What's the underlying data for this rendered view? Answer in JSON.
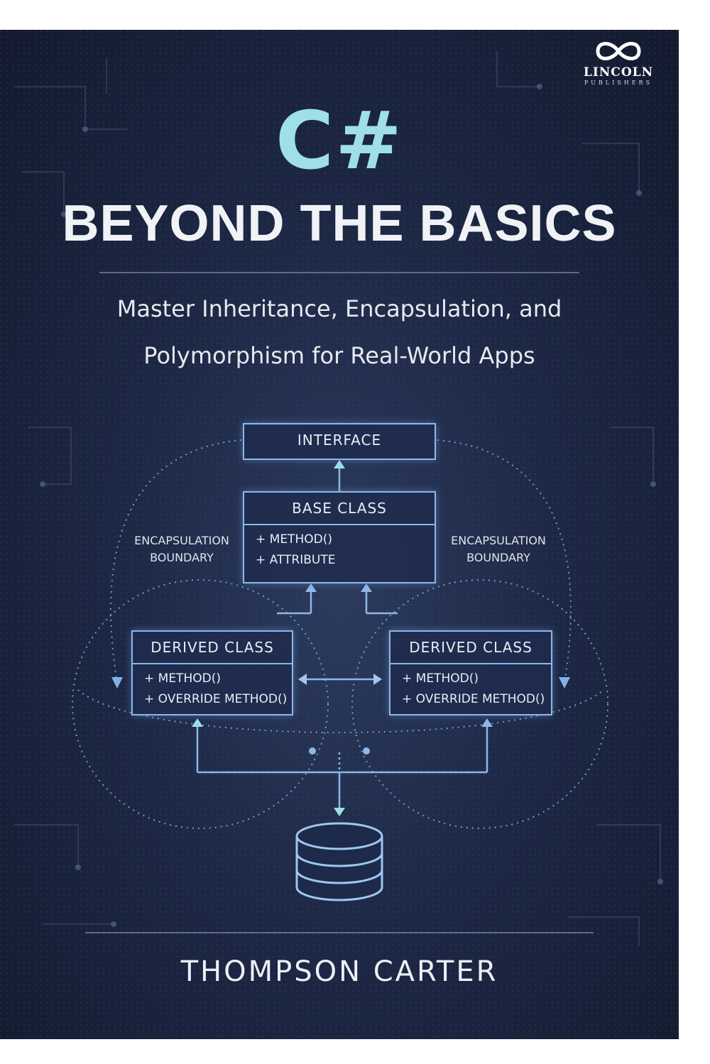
{
  "publisher": {
    "name": "LINCOLN",
    "subtitle": "PUBLISHERS",
    "logo_icon": "infinity-icon"
  },
  "title": {
    "language": "C#",
    "main": "BEYOND THE BASICS"
  },
  "subtitle": {
    "line1": "Master Inheritance, Encapsulation, and",
    "line2": "Polymorphism for Real-World Apps"
  },
  "diagram": {
    "interface": "INTERFACE",
    "base_class": {
      "title": "BASE CLASS",
      "items": [
        "+ METHOD()",
        "+ ATTRIBUTE"
      ]
    },
    "derived_left": {
      "title": "DERIVED CLASS",
      "items": [
        "+ METHOD()",
        "+ OVERRIDE METHOD()"
      ]
    },
    "derived_right": {
      "title": "DERIVED CLASS",
      "items": [
        "+ METHOD()",
        "+ OVERRIDE METHOD()"
      ]
    },
    "boundary_left": {
      "line1": "ENCAPSULATION",
      "line2": "BOUNDARY"
    },
    "boundary_right": {
      "line1": "ENCAPSULATION",
      "line2": "BOUNDARY"
    },
    "database_icon": "database-icon"
  },
  "author": "THOMPSON CARTER",
  "colors": {
    "background": "#1d2845",
    "accent_cyan": "#9fdfe6",
    "line_blue": "#8fb7e8"
  }
}
